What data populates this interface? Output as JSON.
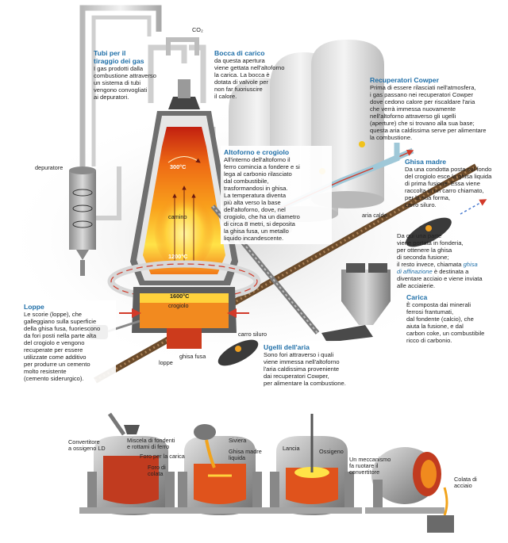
{
  "labels": {
    "co2": "CO₂",
    "depuratore": "depuratore",
    "camino": "camino",
    "t300": "300°C",
    "t1200": "1200°C",
    "t1600": "1600°C",
    "crogiolo": "crogiolo",
    "ghisa_fusa": "ghisa fusa",
    "loppe": "loppe",
    "carro_siluro": "carro siluro",
    "aria_calda": "aria calda"
  },
  "boxes": {
    "tubi": {
      "title": "Tubi per il\ntiraggio dei gas",
      "body": "I gas prodotti dalla\ncombustione attraverso\nun sistema di tubi\nvengono convogliati\nai depuratori."
    },
    "bocca": {
      "title": "Bocca di carico",
      "body": "da questa apertura\nviene gettata nell'altoforno\nla carica. La bocca è\ndotata di valvole per\nnon far fuoriuscire\nil calore."
    },
    "cowper": {
      "title": "Recuperatori Cowper",
      "body": "Prima di essere rilasciati nell'atmosfera,\ni gas passano nei recuperatori Cowper\ndove cedono calore per riscaldare l'aria\nche verrà immessa nuovamente\nnell'altoforno attraverso gli ugelli\n(aperture) che si trovano alla sua base;\nquesta aria caldissima serve per alimentare\nla combustione."
    },
    "altoforno": {
      "title": "Altoforno e crogiolo",
      "body": "All'interno dell'altoforno il\nferro comincia a fondere e si\nlega al carbonio rilasciato\ndal combustibile,\ntrasformandosi in ghisa.\nLa temperatura diventa\npiù alta verso la base\ndell'altoforno, dove, nel\ncrogiolo, che ha un diametro\ndi circa 8 metri, si deposita\nla ghisa fusa, un metallo\nliquido incandescente."
    },
    "ghisa_madre": {
      "title": "Ghisa madre",
      "body": "Da una condotta posta sul fondo\ndel crogiolo esce la ghisa liquida\ndi prima fusione. Essa viene\nraccolta in un carro chiamato,\nper la sua forma,\ncarro siluro."
    },
    "fonderia": {
      "body_a": "Da qui una parte\nviene portata in fonderia,\nper ottenere la ghisa\ndi seconda fusione;\nil resto invece, chiamata ",
      "emph": "ghisa\ndi affinazione",
      "body_b": " è destinata a\ndiventare acciaio e viene inviata\nalle acciaierie."
    },
    "carica": {
      "title": "Carica",
      "body": "È composta dai minerali\nferrosi frantumati,\ndal fondente (calcio), che\naiuta la fusione, e dal\ncarbon coke, un combustibile\nricco di carbonio."
    },
    "loppe": {
      "title": "Loppe",
      "body": "Le scorie (loppe), che\ngalleggiano sulla superficie\ndella ghisa fusa, fuoriescono\nda fori posti nella parte alta\ndel crogiolo e vengono\nrecuperate per essere\nutilizzate come additivo\nper produrre un cemento\nmolto resistente\n(cemento siderurgico)."
    },
    "ugelli": {
      "title": "Ugelli dell'aria",
      "body": "Sono fori attraverso i quali\nviene immessa nell'altoforno\nl'aria caldissima proveniente\ndai recuperatori Cowper,\nper alimentare la combustione."
    }
  },
  "converter": {
    "convertitore": "Convertitore\na ossigeno LD",
    "miscela": "Miscela di fondenti\ne rottami di ferro",
    "foro_carica": "Foro per la carica",
    "foro_colata": "Foro di\ncolata",
    "siviera": "Siviera",
    "ghisa_madre_liquida": "Ghisa madre\nliquida",
    "lancia": "Lancia",
    "ossigeno": "Ossigeno",
    "meccanismo": "Un meccanismo\nfa ruotare il\nconvertitore",
    "colata": "Colata di\nacciaio"
  },
  "colors": {
    "title_blue": "#1f6fa8",
    "pipe_gray": "#c8c8c8",
    "hot_orange": "#f08a1e",
    "hot_yellow": "#ffe14a",
    "air_red": "#d23a2a",
    "tank_white": "#e9e9e9"
  }
}
